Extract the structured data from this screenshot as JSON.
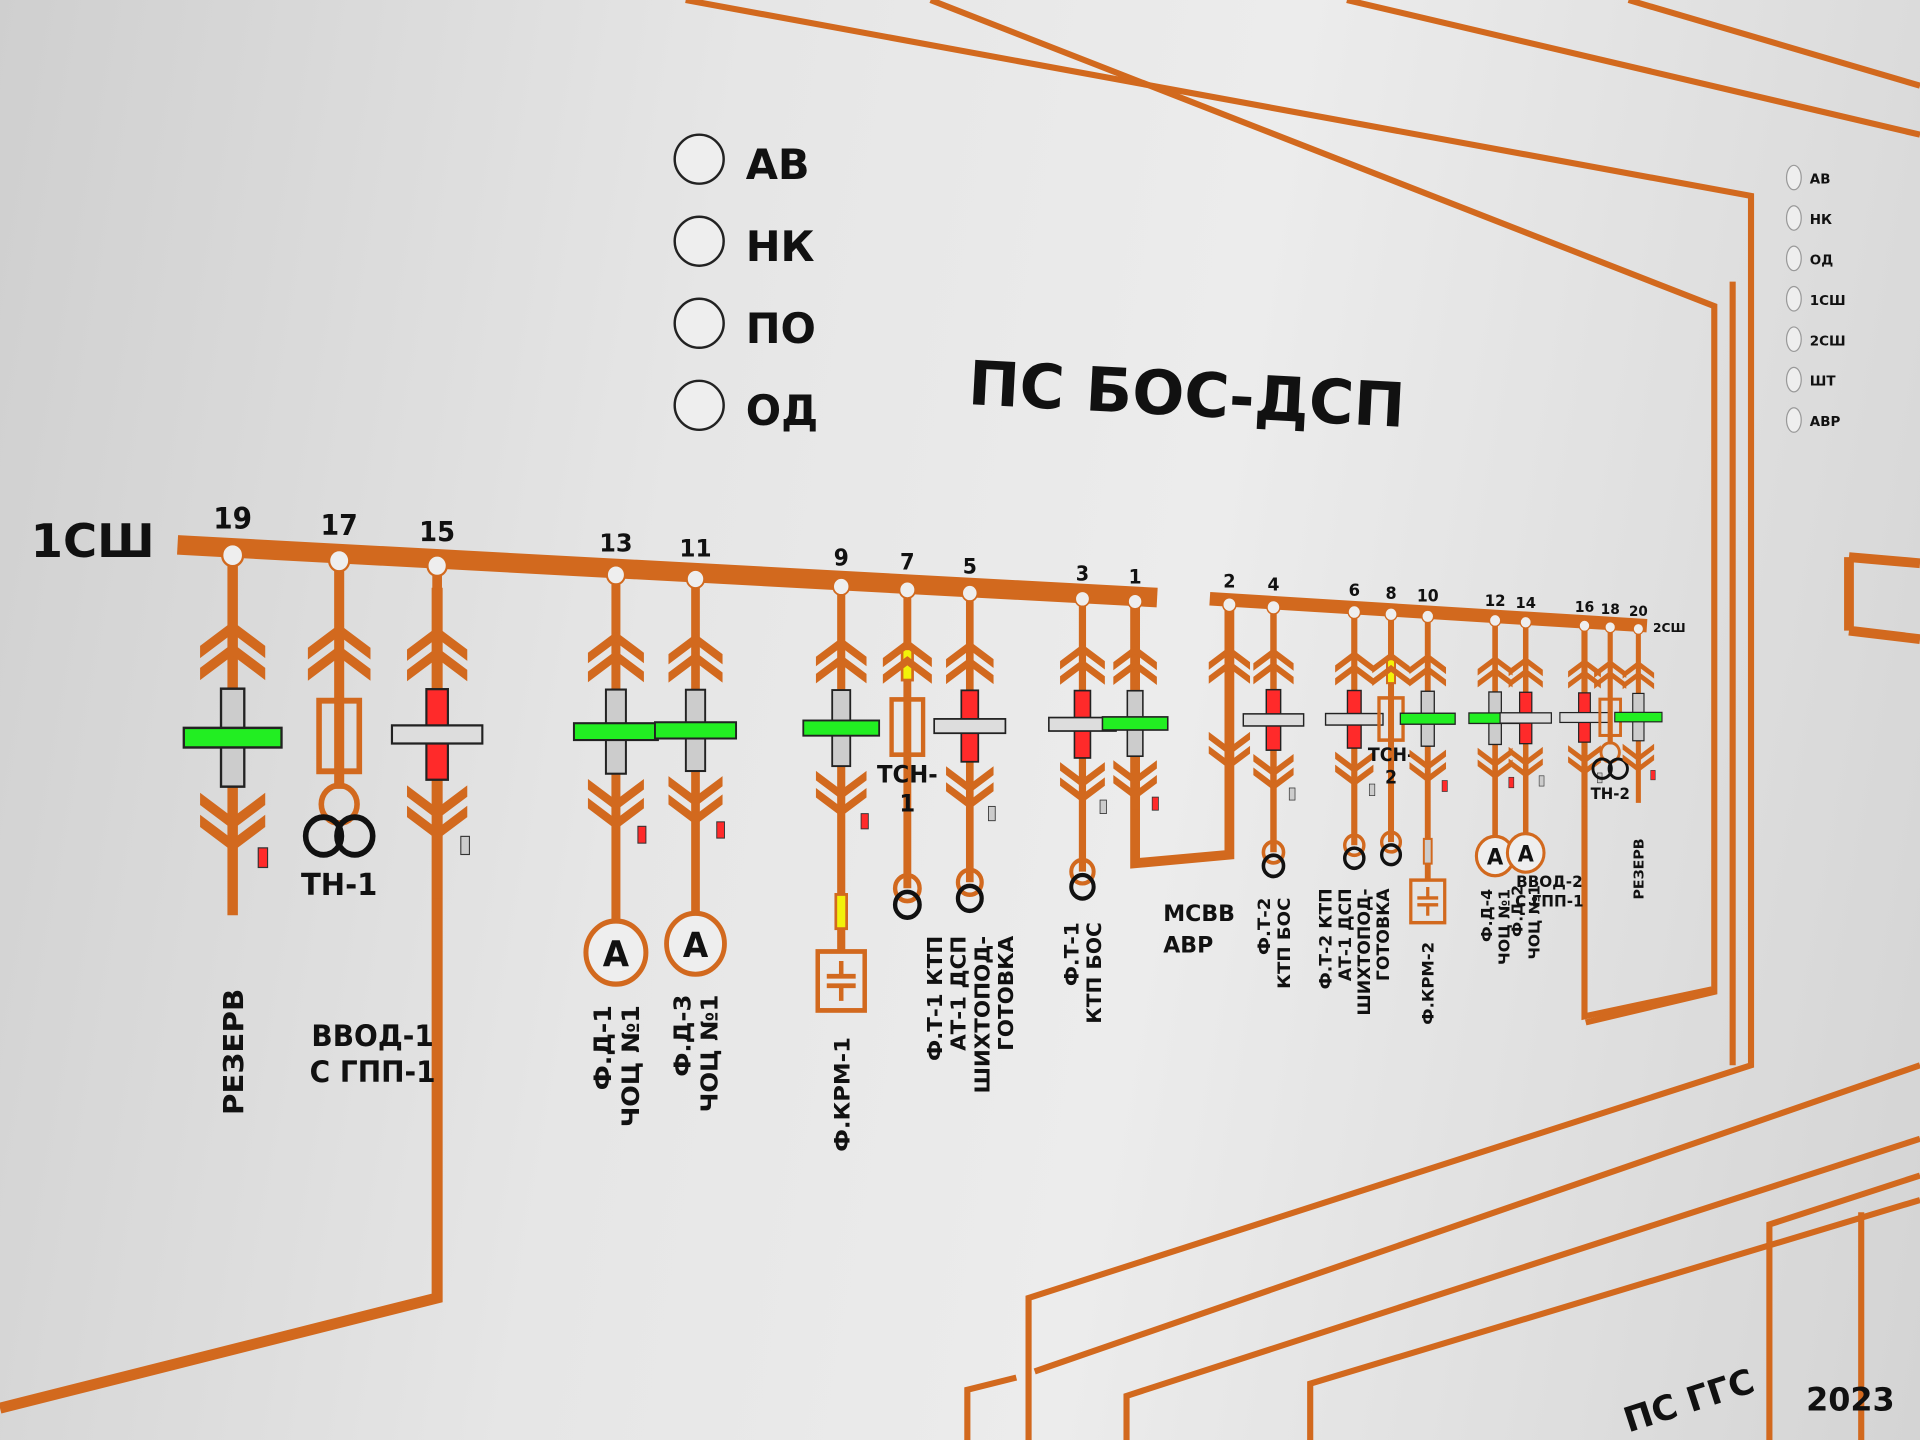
{
  "title": "ПС БОС-ДСП",
  "bus1_label": "1СШ",
  "bus2_label": "2СШ",
  "legend": [
    "АВ",
    "НК",
    "ПО",
    "ОД"
  ],
  "right_legend": [
    "АВ",
    "НК",
    "ОД",
    "1СШ",
    "2СШ",
    "ШТ",
    "АВР"
  ],
  "mcbb_label": [
    "МСВВ",
    "АВР"
  ],
  "bottom_label": "ПС ГГС",
  "year": "2023",
  "colors": {
    "bus": "#d2691e",
    "on": "#22ee22",
    "off": "#ff2a2a",
    "warn": "#f2f20a",
    "bg": "#e8e8e8"
  },
  "feeders": [
    {
      "num": "19",
      "type": "breaker",
      "state": "on",
      "label": [
        "РЕЗЕРВ"
      ],
      "end": "none"
    },
    {
      "num": "17",
      "type": "vt",
      "state": "",
      "label": [
        "ТН-1"
      ],
      "end": "vt"
    },
    {
      "num": "15",
      "type": "breaker",
      "state": "off",
      "label": [
        "ВВОД-1",
        "С ГПП-1"
      ],
      "end": "none"
    },
    {
      "num": "13",
      "type": "breaker",
      "state": "on",
      "label": [
        "Ф.Д-1",
        "ЧОЦ №1"
      ],
      "end": "motor"
    },
    {
      "num": "11",
      "type": "breaker",
      "state": "on",
      "label": [
        "Ф.Д-3",
        "ЧОЦ №1"
      ],
      "end": "motor"
    },
    {
      "num": "9",
      "type": "breaker",
      "state": "on",
      "label": [
        "Ф.КРМ-1"
      ],
      "end": "capacitor"
    },
    {
      "num": "7",
      "type": "fuse",
      "state": "warn",
      "label": [
        "ТСН-",
        "1"
      ],
      "end": "transformer"
    },
    {
      "num": "5",
      "type": "breaker",
      "state": "off",
      "label": [
        "Ф.Т-1 КТП",
        "АТ-1 ДСП",
        "ШИХТОПОД-",
        "ГОТОВКА"
      ],
      "end": "transformer"
    },
    {
      "num": "3",
      "type": "breaker",
      "state": "off",
      "label": [
        "Ф.Т-1",
        "КТП БОС"
      ],
      "end": "transformer"
    },
    {
      "num": "1",
      "type": "breaker",
      "state": "on",
      "label": [],
      "end": "tie"
    },
    {
      "num": "2",
      "type": "disconnector",
      "state": "",
      "label": [],
      "end": "tie"
    },
    {
      "num": "4",
      "type": "breaker",
      "state": "off",
      "label": [
        "Ф.Т-2",
        "КТП БОС"
      ],
      "end": "transformer"
    },
    {
      "num": "6",
      "type": "breaker",
      "state": "off",
      "label": [
        "Ф.Т-2 КТП",
        "АТ-1 ДСП",
        "ШИХТОПОД-",
        "ГОТОВКА"
      ],
      "end": "transformer"
    },
    {
      "num": "8",
      "type": "fuse",
      "state": "warn",
      "label": [
        "ТСН-",
        "2"
      ],
      "end": "transformer"
    },
    {
      "num": "10",
      "type": "breaker",
      "state": "on",
      "label": [
        "Ф.КРМ-2"
      ],
      "end": "capacitor"
    },
    {
      "num": "12",
      "type": "breaker",
      "state": "on",
      "label": [
        "Ф.Д-4",
        "ЧОЦ №1"
      ],
      "end": "motor"
    },
    {
      "num": "14",
      "type": "breaker",
      "state": "off",
      "label": [
        "Ф.Д-2",
        "ЧОЦ №1"
      ],
      "end": "motor"
    },
    {
      "num": "16",
      "type": "breaker",
      "state": "off",
      "label": [
        "ВВОД-2",
        "С ГПП-1"
      ],
      "end": "none"
    },
    {
      "num": "18",
      "type": "vt",
      "state": "",
      "label": [
        "ТН-2"
      ],
      "end": "vt"
    },
    {
      "num": "20",
      "type": "breaker",
      "state": "on",
      "label": [
        "РЕЗЕРВ"
      ],
      "end": "none"
    }
  ]
}
